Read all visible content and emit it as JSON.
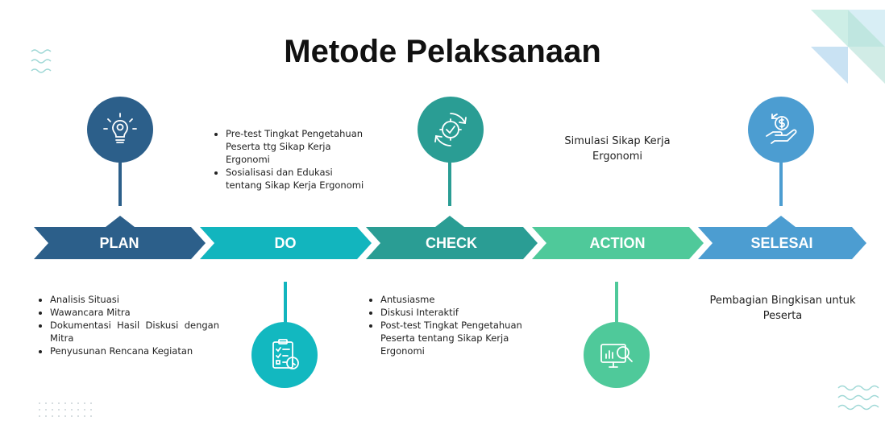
{
  "title": "Metode Pelaksanaan",
  "colors": {
    "plan": "#2C5F8A",
    "do": "#12B5BE",
    "check": "#2A9D94",
    "action": "#4FC99A",
    "selesai": "#4C9DD1",
    "plan_circle": "#2C5F8A",
    "do_circle": "#12B8C0",
    "check_circle": "#2A9D94",
    "action_circle": "#4FC99A",
    "selesai_circle": "#4C9DD1"
  },
  "steps": [
    {
      "label": "PLAN",
      "icon": "gear-lightbulb-icon"
    },
    {
      "label": "DO",
      "icon": "checklist-clock-icon"
    },
    {
      "label": "CHECK",
      "icon": "gear-check-icon"
    },
    {
      "label": "ACTION",
      "icon": "monitor-search-icon"
    },
    {
      "label": "SELESAI",
      "icon": "hand-money-icon"
    }
  ],
  "notes": {
    "plan": [
      "Analisis Situasi",
      "Wawancara Mitra",
      "Dokumentasi Hasil Diskusi dengan Mitra",
      "Penyusunan Rencana Kegiatan"
    ],
    "do": [
      "Pre-test Tingkat Pengetahuan Peserta ttg Sikap Kerja Ergonomi",
      "Sosialisasi dan Edukasi tentang Sikap Kerja Ergonomi"
    ],
    "check": [
      "Antusiasme",
      "Diskusi Interaktif",
      "Post-test Tingkat Pengetahuan Peserta tentang Sikap Kerja Ergonomi"
    ],
    "action": "Simulasi Sikap Kerja Ergonomi",
    "selesai": "Pembagian Bingkisan untuk Peserta"
  }
}
